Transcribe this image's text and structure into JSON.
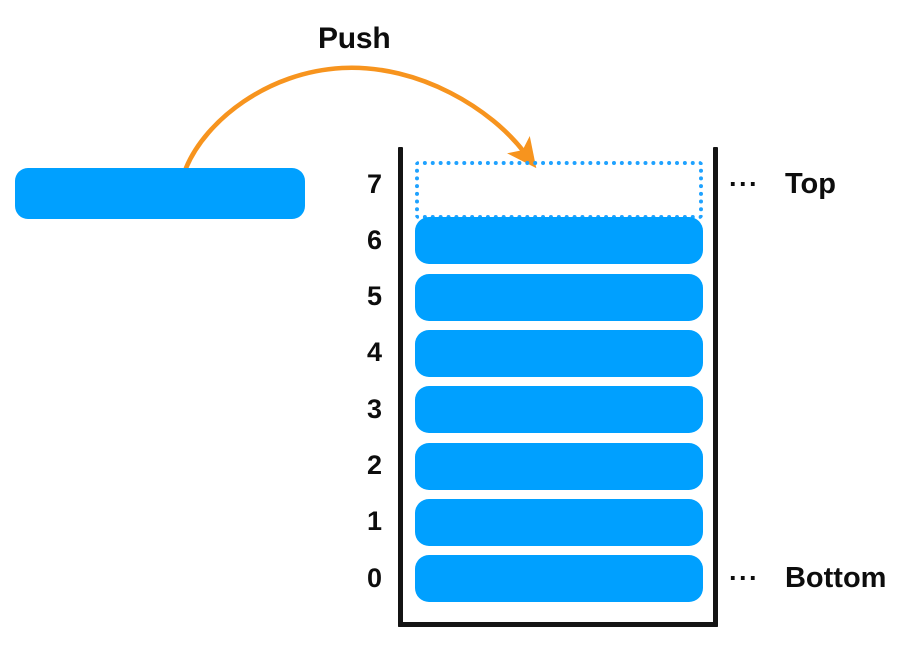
{
  "diagram": {
    "title_label": "Push",
    "colors": {
      "element_blue": "#00A0FF",
      "arrow_orange": "#F7941E",
      "dotted_blue": "#1FA2FF",
      "wall_black": "#141414",
      "text_black": "#0d0d0d",
      "background": "#ffffff"
    },
    "incoming": {
      "name": "pushed-element",
      "value": ""
    },
    "arrow": {
      "name": "push-arrow",
      "direction": "left-to-right-curved-down",
      "head": "filled-triangle"
    },
    "stack": {
      "capacity": 8,
      "filled_count": 7,
      "orientation": "bottom-up",
      "slots": [
        {
          "index": "7",
          "state": "empty",
          "value": ""
        },
        {
          "index": "6",
          "state": "filled",
          "value": ""
        },
        {
          "index": "5",
          "state": "filled",
          "value": ""
        },
        {
          "index": "4",
          "state": "filled",
          "value": ""
        },
        {
          "index": "3",
          "state": "filled",
          "value": ""
        },
        {
          "index": "2",
          "state": "filled",
          "value": ""
        },
        {
          "index": "1",
          "state": "filled",
          "value": ""
        },
        {
          "index": "0",
          "state": "filled",
          "value": ""
        }
      ],
      "annotations": [
        {
          "slot_index": "7",
          "dots": "···",
          "label": "Top"
        },
        {
          "slot_index": "0",
          "dots": "···",
          "label": "Bottom"
        }
      ]
    }
  }
}
